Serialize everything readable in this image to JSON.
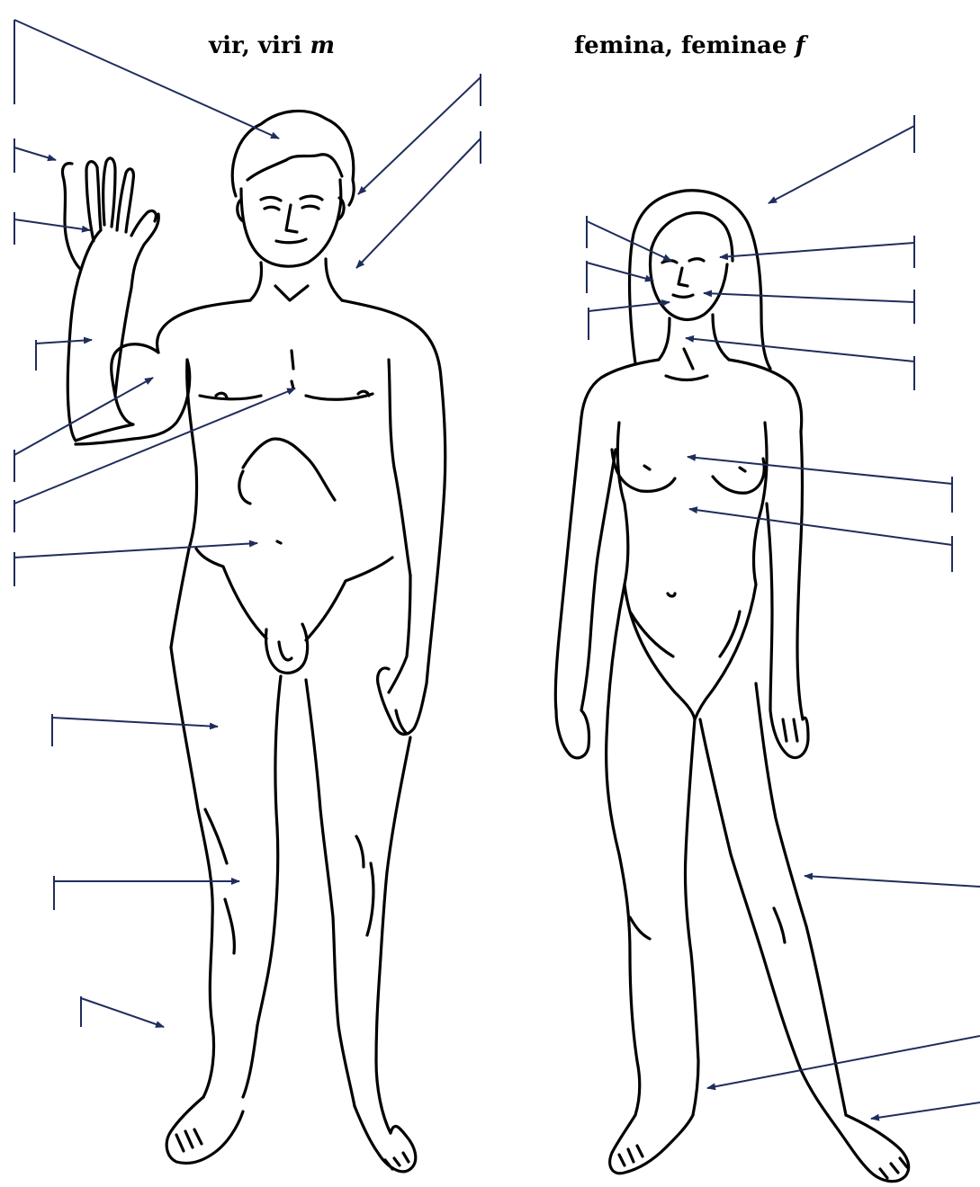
{
  "headings": {
    "man": {
      "name": "vir, viri",
      "gender": "m"
    },
    "woman": {
      "name": "femina, feminae",
      "gender": "f"
    }
  },
  "colors": {
    "pointer": "#1f2d5c",
    "outline": "#000000",
    "background": "#ffffff"
  },
  "blank_labels": {
    "man_figure": 12,
    "woman_figure": 12
  }
}
